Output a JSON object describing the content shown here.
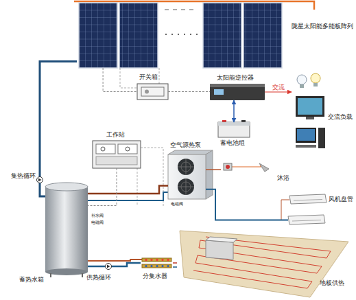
{
  "diagram": {
    "nodes": [
      {
        "text": [
          "陇星太阳能多能板阵列"
        ]
      },
      {
        "text": [
          "开关箱"
        ]
      },
      {
        "text": [
          "太阳能逆控器"
        ]
      },
      {
        "text": [
          "交流负载"
        ]
      },
      {
        "text": [
          "蓄电池组"
        ]
      },
      {
        "text": [
          "工作站"
        ]
      },
      {
        "text": [
          "空气源热泵"
        ]
      },
      {
        "text": [
          "沐浴"
        ]
      },
      {
        "text": [
          "风机盘管"
        ]
      },
      {
        "text": [
          "蓄热水箱"
        ]
      },
      {
        "text": [
          "分集水器"
        ]
      },
      {
        "text": [
          "地板供热"
        ]
      }
    ],
    "edges": [
      {
        "from": 0,
        "to": 1,
        "arrow": "none"
      },
      {
        "from": 1,
        "to": 2,
        "arrow": "none"
      },
      {
        "from": 2,
        "to": 4,
        "arrow": "both"
      },
      {
        "from": 2,
        "to": 3,
        "label": "交流",
        "arrow": "to"
      },
      {
        "from": 0,
        "to": 9,
        "arrow": "none"
      },
      {
        "from": 9,
        "to": 6,
        "arrow": "none"
      },
      {
        "from": 6,
        "to": 7,
        "arrow": "none"
      },
      {
        "from": 6,
        "to": 8,
        "arrow": "none"
      },
      {
        "from": 9,
        "to": 10,
        "arrow": "none"
      },
      {
        "from": 10,
        "to": 11,
        "arrow": "none"
      },
      {
        "from": 5,
        "to": 9,
        "arrow": "none"
      }
    ],
    "labels": [
      "集热循环",
      "供热循环",
      "电磁阀",
      "补水阀",
      "电磁阀"
    ]
  }
}
